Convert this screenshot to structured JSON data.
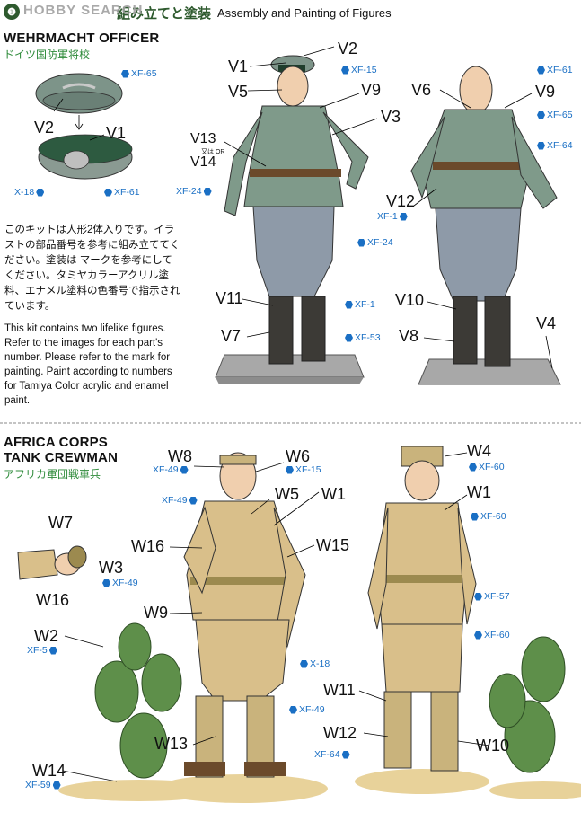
{
  "header": {
    "watermark": "HOBBY SEARCH",
    "title_jp": "組み立てと塗装",
    "title_en": "Assembly and Painting of Figures"
  },
  "section1": {
    "title": "WEHRMACHT OFFICER",
    "subtitle": "ドイツ国防軍将校",
    "jp_text": "このキットは人形2体入りです。イラストの部品番号を参考に組み立ててください。塗装は マークを参考にしてください。タミヤカラーアクリル塗料、エナメル塗料の色番号で指示されています。",
    "en_text": "This kit contains two lifelike figures. Refer to the images for each part's number. Please refer to the  mark for painting. Paint according to numbers for Tamiya Color acrylic and enamel paint.",
    "cap_labels": [
      "V2",
      "V1"
    ],
    "cap_paints": [
      "XF-65",
      "X-18",
      "XF-61"
    ],
    "front_labels": {
      "v1": "V1",
      "v2": "V2",
      "v5": "V5",
      "v9": "V9",
      "v3": "V3",
      "v13": "V13",
      "or_jp": "又は OR",
      "v14": "V14",
      "v11": "V11",
      "v7": "V7"
    },
    "front_paints": {
      "xf15": "XF-15",
      "xf24a": "XF-24",
      "xf24b": "XF-24",
      "xf1": "XF-1",
      "xf53": "XF-53"
    },
    "back_labels": {
      "v6": "V6",
      "v9": "V9",
      "v12": "V12",
      "v10": "V10",
      "v8": "V8",
      "v4": "V4"
    },
    "back_paints": {
      "xf61": "XF-61",
      "xf65": "XF-65",
      "xf64": "XF-64",
      "xf1": "XF-1"
    }
  },
  "section2": {
    "title_line1": "AFRICA CORPS",
    "title_line2": "TANK CREWMAN",
    "subtitle": "アフリカ軍団戦車兵",
    "front_labels": {
      "w8": "W8",
      "w6": "W6",
      "w5": "W5",
      "w1": "W1",
      "w16": "W16",
      "w15": "W15",
      "w9": "W9",
      "w13": "W13"
    },
    "front_paints": {
      "xf49a": "XF-49",
      "xf15": "XF-15",
      "xf49b": "XF-49",
      "x18": "X-18",
      "xf49c": "XF-49"
    },
    "hand_labels": {
      "w7": "W7",
      "w3": "W3",
      "w16": "W16"
    },
    "hand_paints": {
      "xf49": "XF-49"
    },
    "cactus_labels": {
      "w2": "W2",
      "w14": "W14"
    },
    "cactus_paints": {
      "xf5": "XF-5",
      "xf59": "XF-59"
    },
    "back_labels": {
      "w4": "W4",
      "w1": "W1",
      "w11": "W11",
      "w12": "W12",
      "w10": "W10"
    },
    "back_paints": {
      "xf60a": "XF-60",
      "xf60b": "XF-60",
      "xf57": "XF-57",
      "xf60c": "XF-60",
      "xf64": "XF-64"
    }
  },
  "colors": {
    "paint_blue": "#1a6fc4",
    "accent_green": "#2e8b3a",
    "uniform_green": "#7f9a8a",
    "trousers": "#8e9aa8",
    "khaki": "#d9bf8a",
    "boots": "#3c3a36",
    "cactus": "#5e8f4a",
    "sand": "#e8d29a",
    "base_grey": "#a8a8a8"
  }
}
